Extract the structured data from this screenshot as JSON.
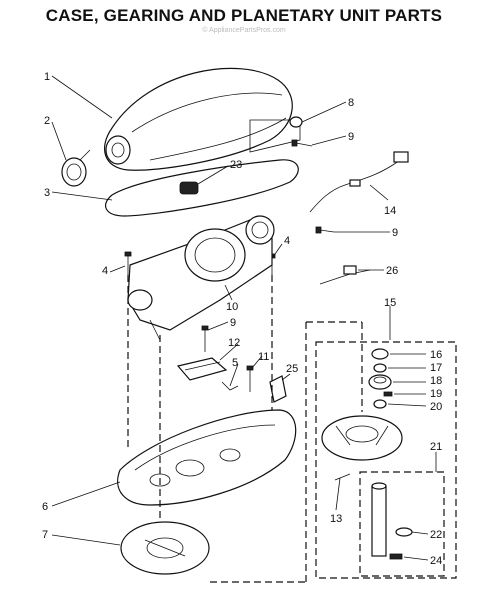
{
  "title": "CASE, GEARING AND PLANETARY UNIT PARTS",
  "watermark": "© AppliancePartsPros.com",
  "callouts": [
    {
      "id": "c1",
      "label": "1"
    },
    {
      "id": "c2",
      "label": "2"
    },
    {
      "id": "c3",
      "label": "3"
    },
    {
      "id": "c4a",
      "label": "4"
    },
    {
      "id": "c4b",
      "label": "4"
    },
    {
      "id": "c5",
      "label": "5"
    },
    {
      "id": "c6",
      "label": "6"
    },
    {
      "id": "c7",
      "label": "7"
    },
    {
      "id": "c8",
      "label": "8"
    },
    {
      "id": "c9a",
      "label": "9"
    },
    {
      "id": "c9b",
      "label": "9"
    },
    {
      "id": "c9c",
      "label": "9"
    },
    {
      "id": "c10",
      "label": "10"
    },
    {
      "id": "c11",
      "label": "11"
    },
    {
      "id": "c12",
      "label": "12"
    },
    {
      "id": "c13",
      "label": "13"
    },
    {
      "id": "c14",
      "label": "14"
    },
    {
      "id": "c15",
      "label": "15"
    },
    {
      "id": "c16",
      "label": "16"
    },
    {
      "id": "c17",
      "label": "17"
    },
    {
      "id": "c18",
      "label": "18"
    },
    {
      "id": "c19",
      "label": "19"
    },
    {
      "id": "c20",
      "label": "20"
    },
    {
      "id": "c21",
      "label": "21"
    },
    {
      "id": "c22",
      "label": "22"
    },
    {
      "id": "c23",
      "label": "23"
    },
    {
      "id": "c24",
      "label": "24"
    },
    {
      "id": "c25",
      "label": "25"
    },
    {
      "id": "c26",
      "label": "26"
    }
  ]
}
